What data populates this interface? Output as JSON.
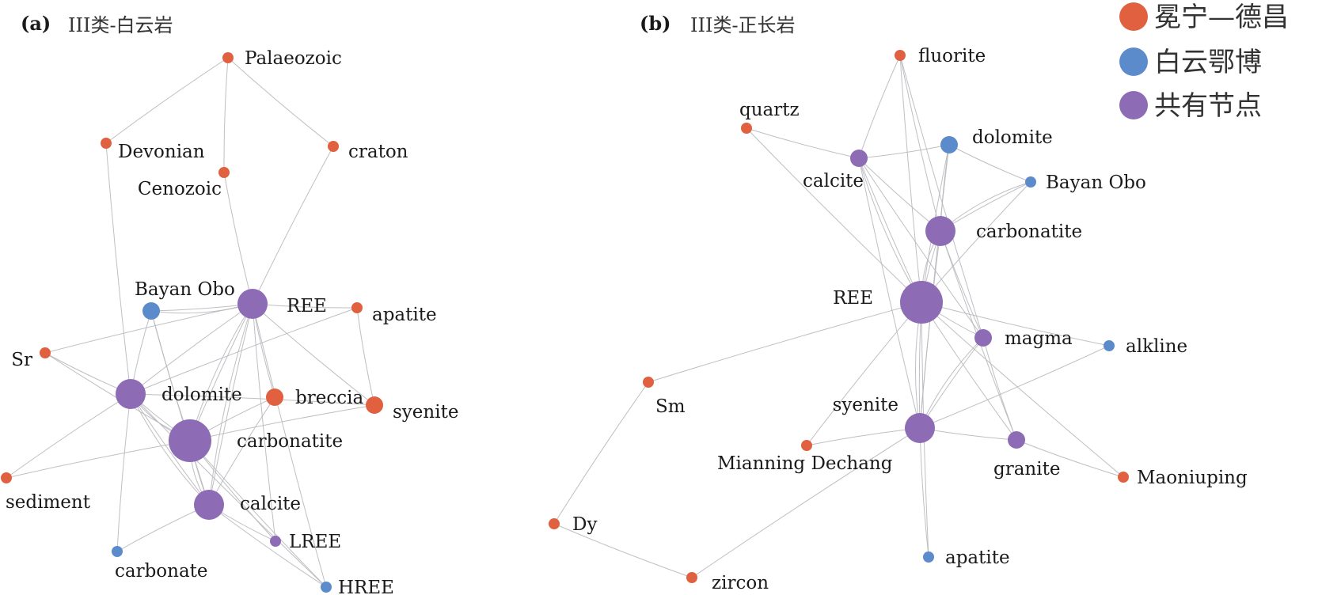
{
  "colors": {
    "mianning_dechang": "#E0603F",
    "baiyun_obo": "#5B8BCB",
    "shared": "#8D6BB5"
  },
  "legend": [
    {
      "key": "mianning_dechang",
      "label": "冕宁—德昌"
    },
    {
      "key": "baiyun_obo",
      "label": "白云鄂博"
    },
    {
      "key": "shared",
      "label": "共有节点"
    }
  ],
  "panels": [
    {
      "id": "(a)",
      "title": "III类-白云岩",
      "nodes": [
        {
          "id": "palaeozoic",
          "label": "Palaeozoic",
          "group": "mianning_dechang",
          "size": "s"
        },
        {
          "id": "devonian",
          "label": "Devonian",
          "group": "mianning_dechang",
          "size": "s"
        },
        {
          "id": "cenozoic",
          "label": "Cenozoic",
          "group": "mianning_dechang",
          "size": "s"
        },
        {
          "id": "craton",
          "label": "craton",
          "group": "mianning_dechang",
          "size": "s"
        },
        {
          "id": "bayan_obo",
          "label": "Bayan Obo",
          "group": "baiyun_obo",
          "size": "m"
        },
        {
          "id": "ree",
          "label": "REE",
          "group": "shared",
          "size": "l"
        },
        {
          "id": "apatite",
          "label": "apatite",
          "group": "mianning_dechang",
          "size": "s"
        },
        {
          "id": "sr",
          "label": "Sr",
          "group": "mianning_dechang",
          "size": "s"
        },
        {
          "id": "dolomite",
          "label": "dolomite",
          "group": "shared",
          "size": "l"
        },
        {
          "id": "breccia",
          "label": "breccia",
          "group": "mianning_dechang",
          "size": "m"
        },
        {
          "id": "syenite",
          "label": "syenite",
          "group": "mianning_dechang",
          "size": "m"
        },
        {
          "id": "carbonatite",
          "label": "carbonatite",
          "group": "shared",
          "size": "xl"
        },
        {
          "id": "sediment",
          "label": "sediment",
          "group": "mianning_dechang",
          "size": "s"
        },
        {
          "id": "calcite",
          "label": "calcite",
          "group": "shared",
          "size": "l"
        },
        {
          "id": "lree",
          "label": "LREE",
          "group": "shared",
          "size": "s"
        },
        {
          "id": "carbonate",
          "label": "carbonate",
          "group": "baiyun_obo",
          "size": "s"
        },
        {
          "id": "hree",
          "label": "HREE",
          "group": "baiyun_obo",
          "size": "s"
        }
      ],
      "edges": [
        [
          "palaeozoic",
          "devonian"
        ],
        [
          "palaeozoic",
          "cenozoic"
        ],
        [
          "palaeozoic",
          "craton"
        ],
        [
          "devonian",
          "dolomite"
        ],
        [
          "cenozoic",
          "ree"
        ],
        [
          "craton",
          "ree"
        ],
        [
          "bayan_obo",
          "ree"
        ],
        [
          "bayan_obo",
          "ree"
        ],
        [
          "bayan_obo",
          "dolomite"
        ],
        [
          "bayan_obo",
          "carbonatite"
        ],
        [
          "bayan_obo",
          "calcite"
        ],
        [
          "ree",
          "apatite"
        ],
        [
          "ree",
          "dolomite"
        ],
        [
          "ree",
          "carbonatite"
        ],
        [
          "ree",
          "carbonatite"
        ],
        [
          "ree",
          "calcite"
        ],
        [
          "ree",
          "calcite"
        ],
        [
          "ree",
          "breccia"
        ],
        [
          "ree",
          "syenite"
        ],
        [
          "ree",
          "lree"
        ],
        [
          "ree",
          "hree"
        ],
        [
          "ree",
          "sr"
        ],
        [
          "apatite",
          "syenite"
        ],
        [
          "apatite",
          "dolomite"
        ],
        [
          "sr",
          "dolomite"
        ],
        [
          "sr",
          "carbonatite"
        ],
        [
          "dolomite",
          "carbonatite"
        ],
        [
          "dolomite",
          "carbonatite"
        ],
        [
          "dolomite",
          "calcite"
        ],
        [
          "dolomite",
          "calcite"
        ],
        [
          "dolomite",
          "sediment"
        ],
        [
          "dolomite",
          "carbonate"
        ],
        [
          "dolomite",
          "hree"
        ],
        [
          "breccia",
          "carbonatite"
        ],
        [
          "breccia",
          "calcite"
        ],
        [
          "syenite",
          "dolomite"
        ],
        [
          "syenite",
          "carbonatite"
        ],
        [
          "carbonatite",
          "sediment"
        ],
        [
          "carbonatite",
          "calcite"
        ],
        [
          "carbonatite",
          "calcite"
        ],
        [
          "carbonatite",
          "lree"
        ],
        [
          "carbonatite",
          "hree"
        ],
        [
          "calcite",
          "carbonate"
        ],
        [
          "calcite",
          "lree"
        ],
        [
          "calcite",
          "hree"
        ]
      ]
    },
    {
      "id": "(b)",
      "title": "III类-正长岩",
      "nodes": [
        {
          "id": "fluorite",
          "label": "fluorite",
          "group": "mianning_dechang",
          "size": "s"
        },
        {
          "id": "quartz",
          "label": "quartz",
          "group": "mianning_dechang",
          "size": "s"
        },
        {
          "id": "dolomite",
          "label": "dolomite",
          "group": "baiyun_obo",
          "size": "m"
        },
        {
          "id": "calcite",
          "label": "calcite",
          "group": "shared",
          "size": "m"
        },
        {
          "id": "bayan_obo",
          "label": "Bayan Obo",
          "group": "baiyun_obo",
          "size": "s"
        },
        {
          "id": "carbonatite",
          "label": "carbonatite",
          "group": "shared",
          "size": "l"
        },
        {
          "id": "ree",
          "label": "REE",
          "group": "shared",
          "size": "xl"
        },
        {
          "id": "magma",
          "label": "magma",
          "group": "shared",
          "size": "m"
        },
        {
          "id": "alkline",
          "label": "alkline",
          "group": "baiyun_obo",
          "size": "s"
        },
        {
          "id": "sm",
          "label": "Sm",
          "group": "mianning_dechang",
          "size": "s"
        },
        {
          "id": "syenite",
          "label": "syenite",
          "group": "shared",
          "size": "l"
        },
        {
          "id": "mianning_dechang",
          "label": "Mianning Dechang",
          "group": "mianning_dechang",
          "size": "s"
        },
        {
          "id": "granite",
          "label": "granite",
          "group": "shared",
          "size": "m"
        },
        {
          "id": "maoniuping",
          "label": "Maoniuping",
          "group": "mianning_dechang",
          "size": "s"
        },
        {
          "id": "dy",
          "label": "Dy",
          "group": "mianning_dechang",
          "size": "s"
        },
        {
          "id": "apatite",
          "label": "apatite",
          "group": "baiyun_obo",
          "size": "s"
        },
        {
          "id": "zircon",
          "label": "zircon",
          "group": "mianning_dechang",
          "size": "s"
        }
      ],
      "edges": [
        [
          "fluorite",
          "calcite"
        ],
        [
          "fluorite",
          "carbonatite"
        ],
        [
          "fluorite",
          "ree"
        ],
        [
          "fluorite",
          "magma"
        ],
        [
          "quartz",
          "calcite"
        ],
        [
          "quartz",
          "ree"
        ],
        [
          "calcite",
          "dolomite"
        ],
        [
          "calcite",
          "carbonatite"
        ],
        [
          "calcite",
          "ree"
        ],
        [
          "calcite",
          "ree"
        ],
        [
          "calcite",
          "magma"
        ],
        [
          "calcite",
          "syenite"
        ],
        [
          "dolomite",
          "carbonatite"
        ],
        [
          "dolomite",
          "bayan_obo"
        ],
        [
          "dolomite",
          "ree"
        ],
        [
          "dolomite",
          "syenite"
        ],
        [
          "bayan_obo",
          "carbonatite"
        ],
        [
          "bayan_obo",
          "ree"
        ],
        [
          "bayan_obo",
          "carbonatite"
        ],
        [
          "carbonatite",
          "ree"
        ],
        [
          "carbonatite",
          "ree"
        ],
        [
          "carbonatite",
          "magma"
        ],
        [
          "carbonatite",
          "syenite"
        ],
        [
          "carbonatite",
          "granite"
        ],
        [
          "ree",
          "magma"
        ],
        [
          "ree",
          "syenite"
        ],
        [
          "ree",
          "syenite"
        ],
        [
          "ree",
          "granite"
        ],
        [
          "ree",
          "alkline"
        ],
        [
          "ree",
          "maoniuping"
        ],
        [
          "ree",
          "apatite"
        ],
        [
          "ree",
          "sm"
        ],
        [
          "ree",
          "mianning_dechang"
        ],
        [
          "magma",
          "syenite"
        ],
        [
          "magma",
          "granite"
        ],
        [
          "magma",
          "syenite"
        ],
        [
          "syenite",
          "granite"
        ],
        [
          "syenite",
          "alkline"
        ],
        [
          "syenite",
          "apatite"
        ],
        [
          "syenite",
          "mianning_dechang"
        ],
        [
          "syenite",
          "zircon"
        ],
        [
          "granite",
          "maoniuping"
        ],
        [
          "sm",
          "dy"
        ],
        [
          "dy",
          "zircon"
        ]
      ]
    }
  ]
}
